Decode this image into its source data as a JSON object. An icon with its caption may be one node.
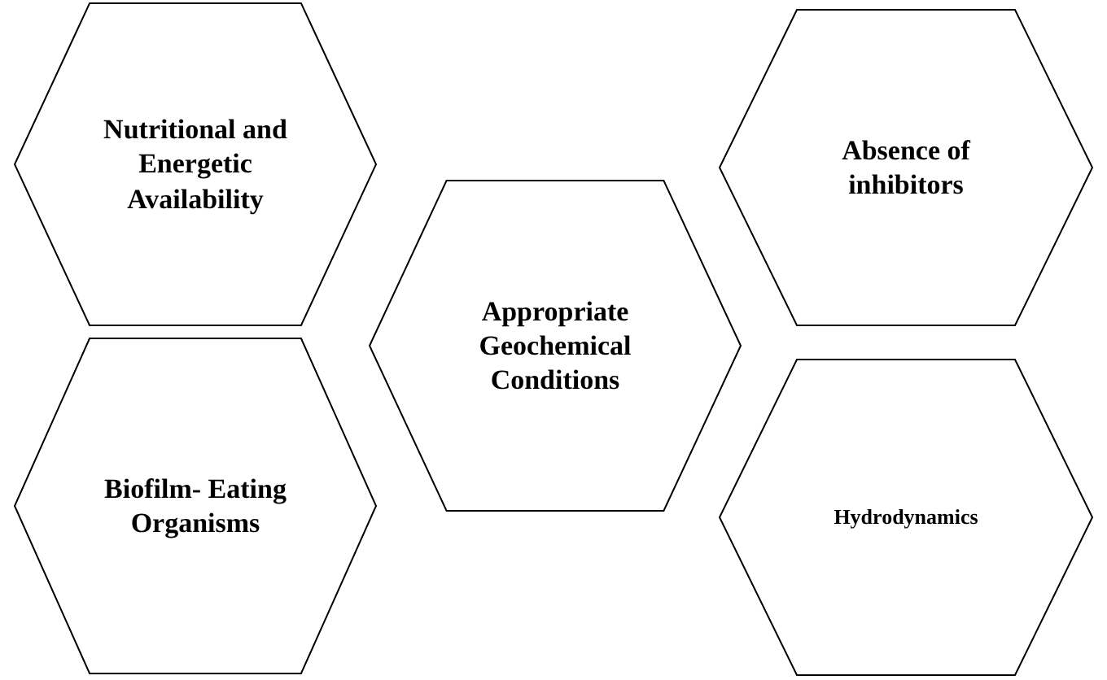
{
  "diagram": {
    "nodes": [
      {
        "text": [
          "Nutritional and Energetic Availability"
        ]
      },
      {
        "text": [
          "Biofilm- Eating Organisms"
        ]
      },
      {
        "text": [
          "Appropriate Geochemical Conditions"
        ]
      },
      {
        "text": [
          "Absence of inhibitors"
        ]
      },
      {
        "text": [
          "Hydrodynamics"
        ]
      }
    ]
  }
}
